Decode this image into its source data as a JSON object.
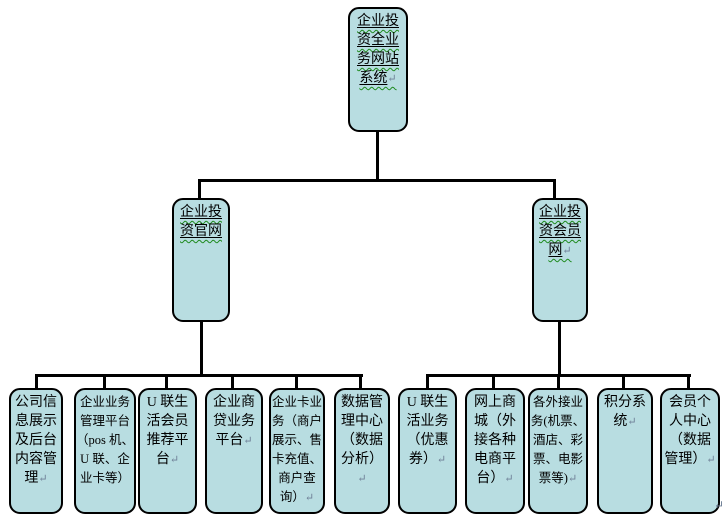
{
  "diagram": {
    "type": "org-chart",
    "colors": {
      "node_fill": "#b8dde1",
      "node_border": "#000000",
      "connector": "#000000",
      "spellcheck_underline": "#1d8a1d",
      "text": "#000000",
      "paragraph_mark": "#6e7f96",
      "background": "#ffffff"
    },
    "nodes": {
      "root": {
        "text": "企业投\n资全业\n务网站\n系统",
        "mark": "↵"
      },
      "branch_left": {
        "text": "企业投\n资官网",
        "mark": ""
      },
      "branch_right": {
        "text": "企业投\n资会员\n网",
        "mark": "↵"
      },
      "leaves_left": [
        {
          "text": "公司信\n息展示\n及后台\n内容管\n理",
          "mark": "↵"
        },
        {
          "text": "企业业务\n管理平台\n（pos 机、\nU 联、企\n业卡等）",
          "mark": ""
        },
        {
          "text": "U 联生\n活会员\n推荐平\n台",
          "mark": "↵"
        },
        {
          "text": "企业商\n贷业务\n平台",
          "mark": "↵"
        },
        {
          "text": "企业卡业\n务（商户\n展示、售\n卡充值、\n商户查\n询）",
          "mark": "↵"
        },
        {
          "text": "数据管\n理中心\n（数据\n分析）",
          "mark": "↵"
        }
      ],
      "leaves_right": [
        {
          "text": "U 联生\n活业务\n（优惠\n券）",
          "mark": "↵"
        },
        {
          "text": "网上商\n城（外\n接各种\n电商平\n台）",
          "mark": "↵"
        },
        {
          "text": "各外接业\n务(机票、\n酒店、彩\n票、电影\n票等)",
          "mark": "↵"
        },
        {
          "text": "积分系\n统",
          "mark": "↵"
        },
        {
          "text": "会员个\n人中心\n（数据\n管理）",
          "mark": "↵"
        }
      ],
      "page_paragraph_mark": "↵"
    }
  }
}
